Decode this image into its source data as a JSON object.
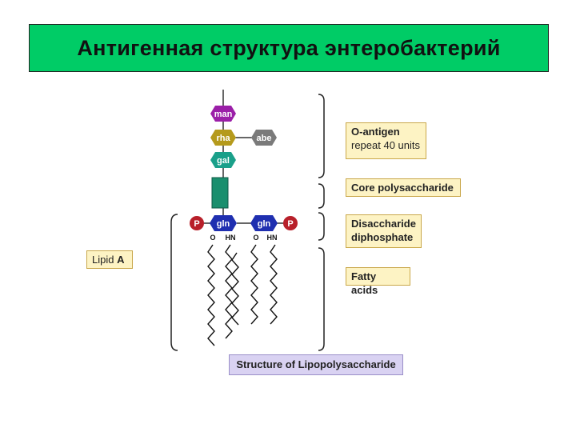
{
  "title": "Антигенная структура энтеробактерий",
  "sugars": {
    "man": "man",
    "rha": "rha",
    "abe": "abe",
    "gal": "gal",
    "gln_left": "gln",
    "gln_right": "gln"
  },
  "phosphate": {
    "left": "P",
    "right": "P"
  },
  "atoms": {
    "o_left": "O",
    "hn_left": "HN",
    "o_right": "O",
    "hn_right": "HN"
  },
  "labels": {
    "o_antigen_title": "O-antigen",
    "o_antigen_sub": "repeat 40 units",
    "core": "Core polysaccharide",
    "disaccharide_line1": "Disaccharide",
    "disaccharide_line2": "diphosphate",
    "fatty_acids": "Fatty acids",
    "lipid_a_prefix": "Lipid ",
    "lipid_a_letter": "A",
    "structure": "Structure of Lipopolysaccharide"
  },
  "colors": {
    "title_bg": "#00cc66",
    "man": "#9b1fa8",
    "rha": "#b59a1c",
    "abe": "#7a7a7a",
    "gal": "#1aa08a",
    "core_block": "#1a8f6e",
    "gln": "#1f2fb0",
    "phosphate": "#b8202a",
    "label_bg": "#fdf3c4",
    "structure_bg": "#d9d2f2"
  }
}
